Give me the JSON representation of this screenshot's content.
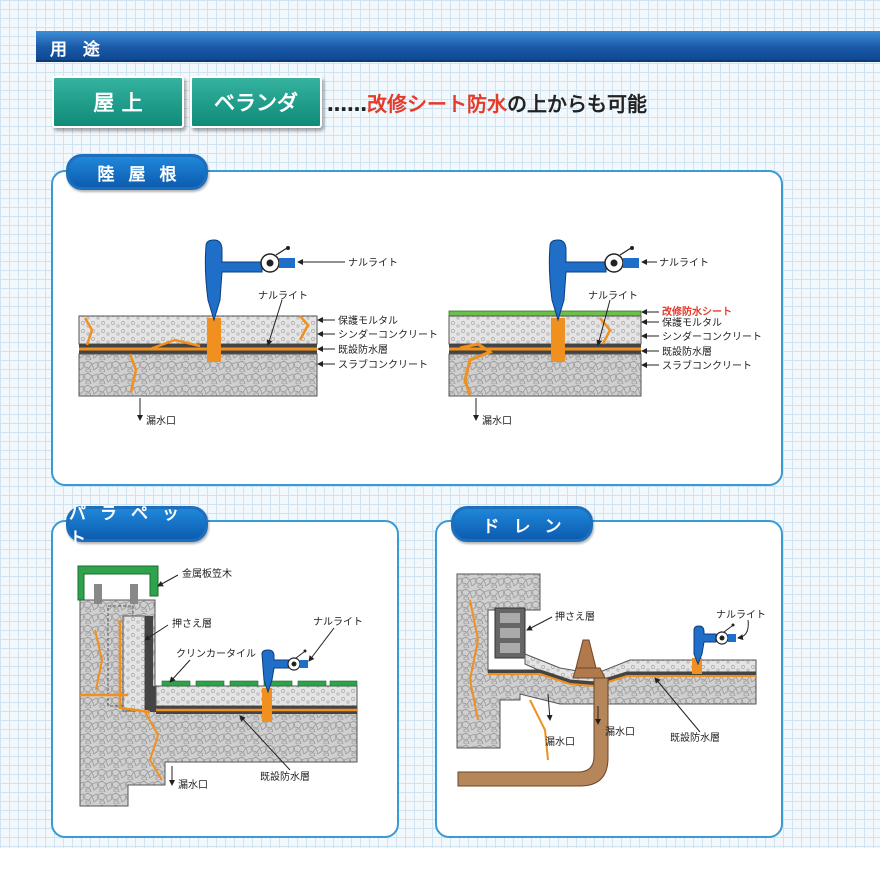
{
  "header": {
    "title": "用 途"
  },
  "tags": [
    "屋 上",
    "ベランダ"
  ],
  "tagline": {
    "prefix": "……",
    "highlight": "改修シート防水",
    "suffix": "の上からも可能"
  },
  "panels": {
    "flat_roof": {
      "title": "陸屋根"
    },
    "parapet": {
      "title": "パラペット"
    },
    "drain": {
      "title": "ドレン"
    }
  },
  "labels": {
    "naruraito": "ナルライト",
    "hogo_mortar": "保護モルタル",
    "cinder_concrete": "シンダーコンクリート",
    "existing_waterproof": "既設防水層",
    "slab_concrete": "スラブコンクリート",
    "leak": "漏水口",
    "renovation_sheet": "改修防水シート",
    "metal_coping": "金属板笠木",
    "press_layer": "押さえ層",
    "clinker_tile": "クリンカータイル"
  },
  "colors": {
    "header": "#1a5aa8",
    "tag": "#169583",
    "accent": "#e43b2b",
    "injector": "#1f6ec7",
    "resin": "#f0901e",
    "panel_border": "#3a9ad4"
  }
}
